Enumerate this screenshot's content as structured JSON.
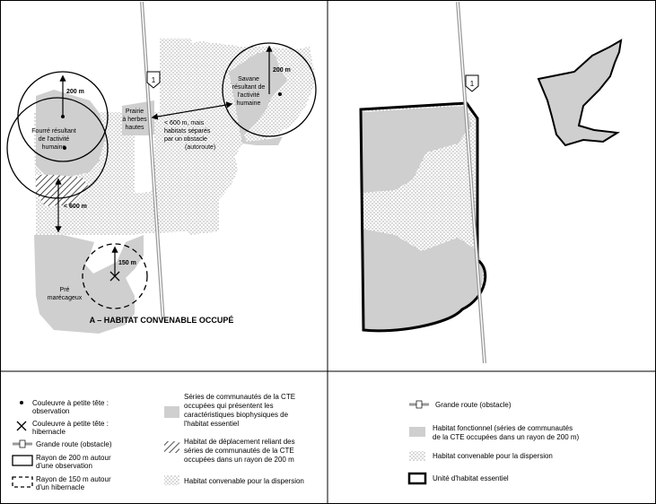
{
  "left_panel": {
    "title": "A – HABITAT CONVENABLE OCCUPÉ",
    "labels": {
      "dist_200_top": "200 m",
      "dist_200_right": "200 m",
      "dist_600_left": "< 600 m",
      "dist_150": "150 m",
      "fourre": [
        "Fourré résultant",
        "de l'activité",
        "humaine"
      ],
      "prairie": [
        "Prairie",
        "à herbes",
        "hautes"
      ],
      "savane": [
        "Savane",
        "résultant de",
        "l'activité",
        "humaine"
      ],
      "habitats_separes": [
        "< 600 m, mais",
        "habitats séparés",
        "par un obstacle",
        "(autoroute)"
      ],
      "pre": [
        "Pré",
        "marécageux"
      ]
    },
    "route_number": "1"
  },
  "right_panel": {
    "route_number": "1"
  },
  "legend_left": {
    "observation": [
      "Couleuvre à petite tête :",
      "observation"
    ],
    "hibernacle": [
      "Couleuvre à petite tête :",
      "hibernacle"
    ],
    "route": "Grande route (obstacle)",
    "rayon200": [
      "Rayon de 200 m autour",
      "d'une observation"
    ],
    "rayon150": [
      "Rayon de 150 m autour",
      "d'un hibernacle"
    ],
    "series": [
      "Séries de communautés de la CTE",
      "occupées qui présentent les",
      "caractéristiques biophysiques de",
      "l'habitat essentiel"
    ],
    "deplacement": [
      "Habitat de déplacement reliant des",
      "séries de communautés de la CTE",
      "occupées dans un rayon de 200 m"
    ],
    "dispersion": "Habitat convenable pour la dispersion"
  },
  "legend_right": {
    "route": "Grande route (obstacle)",
    "fonctionnel": [
      "Habitat fonctionnel (séries de communautés",
      "de la CTE occupées dans un rayon de 200 m)"
    ],
    "dispersion": "Habitat convenable pour la dispersion",
    "unite": "Unité d'habitat essentiel"
  },
  "colors": {
    "gray_fill": "#cfcfcf",
    "stroke": "#000000",
    "road": "#9a9a9a",
    "dot": "#8a8a8a"
  }
}
